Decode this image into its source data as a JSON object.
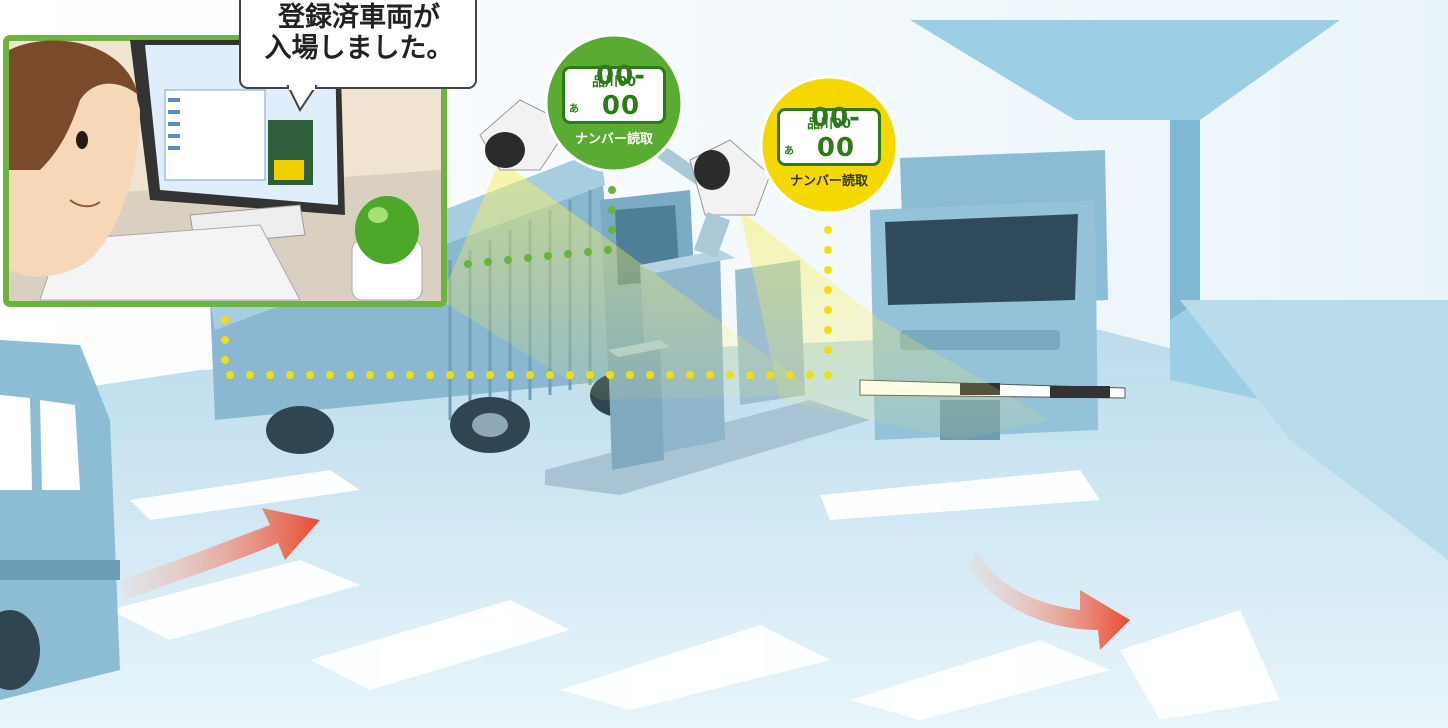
{
  "notification": {
    "line1": "登録済車両が",
    "line2": "入場しました。"
  },
  "camera_left": {
    "plate_region": "品川00",
    "plate_kana": "あ",
    "plate_number": "00-00",
    "caption": "ナンバー読取",
    "badge_color": "#5aab32"
  },
  "camera_right": {
    "plate_region": "品川00",
    "plate_kana": "あ",
    "plate_number": "00-00",
    "caption": "ナンバー読取",
    "badge_color": "#f5d800"
  },
  "colors": {
    "truck_blue": "#8fc0d8",
    "road": "#dff0f8",
    "floor": "#c5e2ef",
    "scan_dots": "#f0d800",
    "arrow": "#e8503a"
  }
}
